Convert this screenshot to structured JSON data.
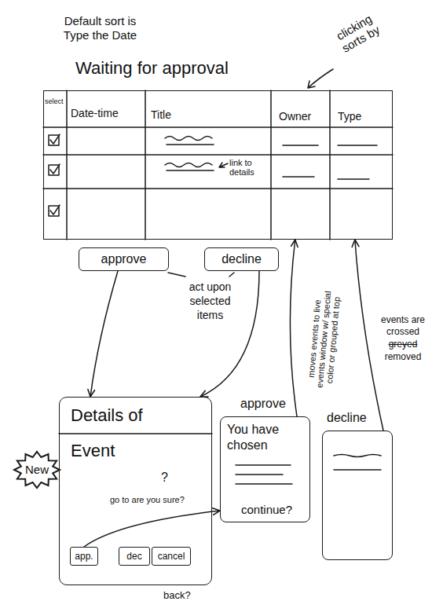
{
  "diagram": {
    "nodes": [
      {
        "text": [
          "Waiting for approval"
        ]
      },
      {
        "text": [
          "approve"
        ]
      },
      {
        "text": [
          "decline"
        ]
      },
      {
        "text": [
          "Details of Event"
        ]
      },
      {
        "text": [
          "New"
        ]
      },
      {
        "text": [
          "app."
        ],
        "in": 3
      },
      {
        "text": [
          "dec"
        ],
        "in": 3
      },
      {
        "text": [
          "cancel"
        ],
        "in": 3
      },
      {
        "text": [
          "approve",
          "You have chosen",
          "continue?"
        ]
      },
      {
        "text": [
          "decline"
        ]
      }
    ],
    "edges": [
      {
        "from": 1,
        "to": 3,
        "arrow": "to"
      },
      {
        "from": 2,
        "to": 3,
        "arrow": "to"
      },
      {
        "from": 5,
        "to": 8,
        "arrow": "to"
      },
      {
        "from": 8,
        "to": 0,
        "label": "moves events to live events window w/ special color or grouped at top",
        "arrow": "to"
      },
      {
        "from": 9,
        "to": 0,
        "label": "events are crossed",
        "arrow": "to"
      }
    ],
    "labels": [
      "Default sort is Type the Date",
      "clicking sorts by",
      "select",
      "Date-time",
      "Title",
      "Owner",
      "Type",
      "link to details",
      "act upon selected items",
      "?",
      "go to are you sure?",
      "back?",
      "greyed",
      "removed"
    ]
  }
}
